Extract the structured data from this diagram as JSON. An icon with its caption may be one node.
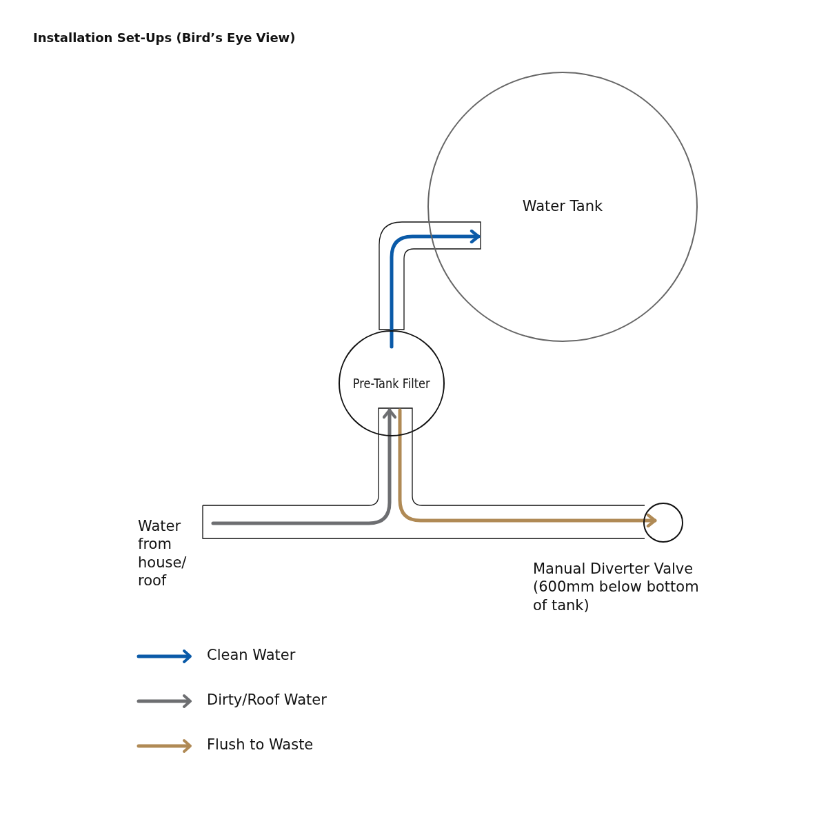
{
  "diagram": {
    "title": "Installation Set-Ups (Bird’s Eye View)",
    "nodes": [
      {
        "text": [
          "Water Tank"
        ]
      },
      {
        "text": [
          "Pre-Tank Filter"
        ]
      },
      {
        "text": [
          "Water from house/ roof"
        ]
      },
      {
        "text": [],
        "shape": "circle",
        "beside": [
          "Manual Diverter Valve (600mm below bottom of tank)"
        ]
      }
    ],
    "edges": [
      {
        "from": 2,
        "to": 1,
        "arrow": "to",
        "color": "#6d6e71"
      },
      {
        "from": 1,
        "to": 0,
        "arrow": "to",
        "color": "#0a5aa8"
      },
      {
        "from": 1,
        "to": 3,
        "arrow": "to",
        "color": "#b08a55"
      }
    ],
    "legend": [
      {
        "text": "Clean Water",
        "color": "#0a5aa8"
      },
      {
        "text": "Dirty/Roof Water",
        "color": "#6d6e71"
      },
      {
        "text": "Flush to Waste",
        "color": "#b08a55"
      }
    ]
  }
}
